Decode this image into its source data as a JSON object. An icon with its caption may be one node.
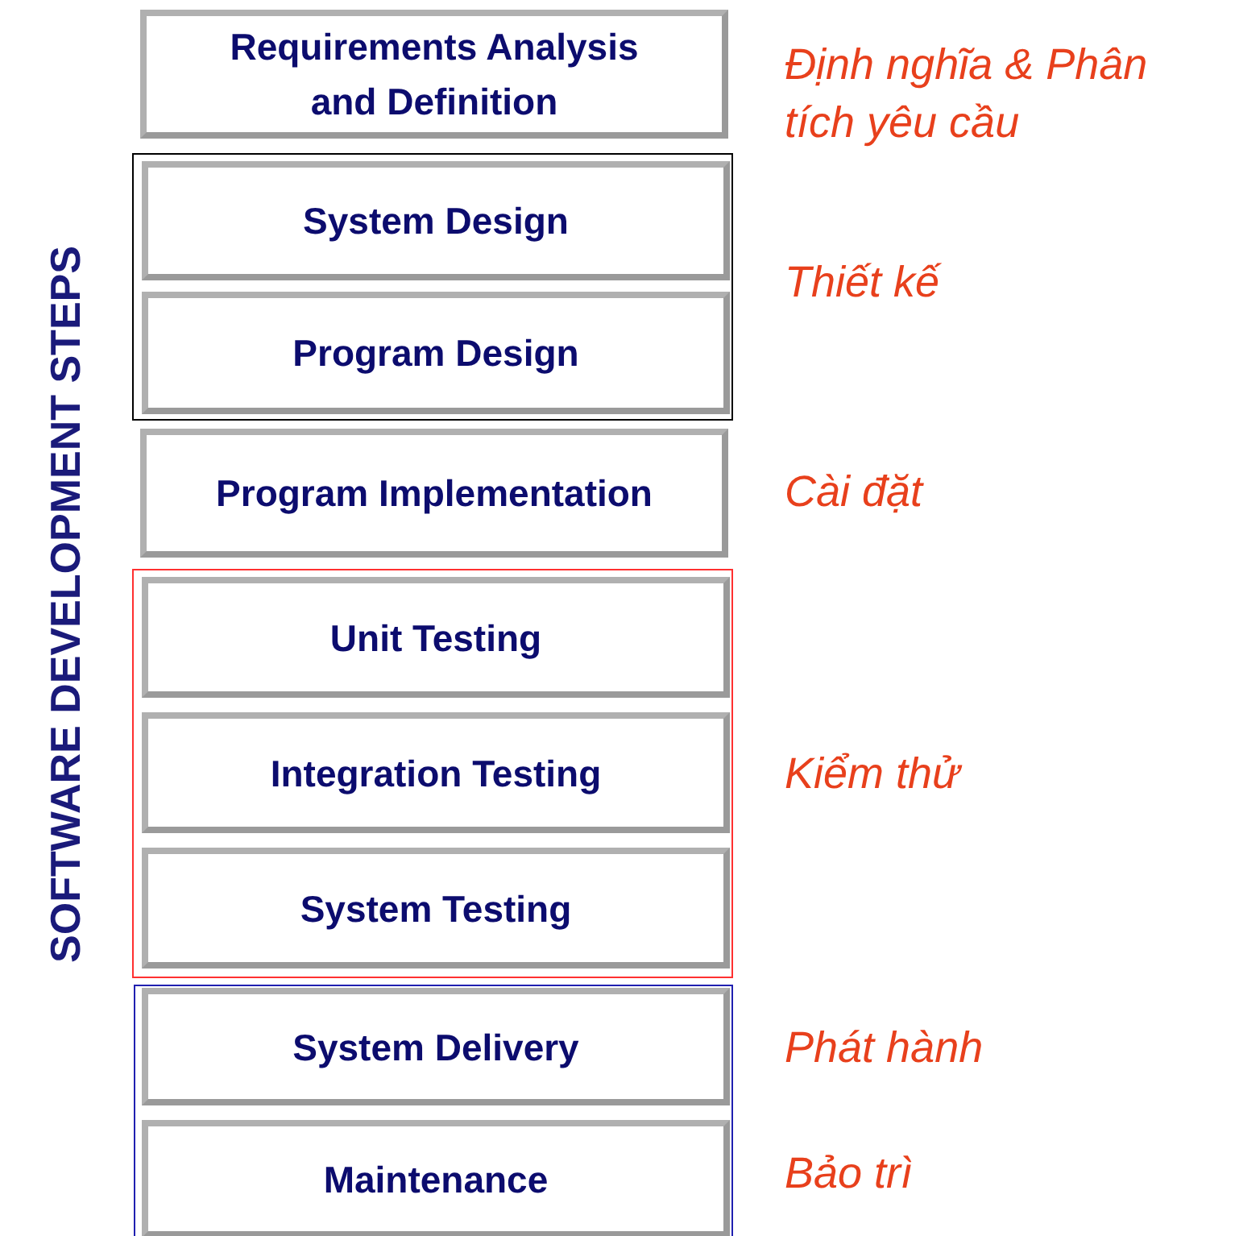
{
  "diagram": {
    "title": "SOFTWARE DEVELOPMENT STEPS",
    "nodes": [
      {
        "text": [
          "Requirements Analysis and Definition"
        ],
        "beside": [
          "Định nghĩa & Phân tích yêu cầu"
        ]
      },
      {
        "text": [],
        "shape": "box",
        "beside": [
          "Thiết kế"
        ]
      },
      {
        "text": [
          "System Design"
        ],
        "in": 1
      },
      {
        "text": [
          "Program Design"
        ],
        "in": 1
      },
      {
        "text": [
          "Program Implementation"
        ],
        "beside": [
          "Cài đặt"
        ]
      },
      {
        "text": [],
        "shape": "box",
        "beside": [
          "Kiểm thử"
        ]
      },
      {
        "text": [
          "Unit Testing"
        ],
        "in": 5
      },
      {
        "text": [
          "Integration Testing"
        ],
        "in": 5
      },
      {
        "text": [
          "System Testing"
        ],
        "in": 5
      },
      {
        "text": [],
        "shape": "box"
      },
      {
        "text": [
          "System Delivery"
        ],
        "in": 9,
        "beside": [
          "Phát hành"
        ]
      },
      {
        "text": [
          "Maintenance"
        ],
        "in": 9,
        "beside": [
          "Bảo trì"
        ]
      }
    ]
  }
}
